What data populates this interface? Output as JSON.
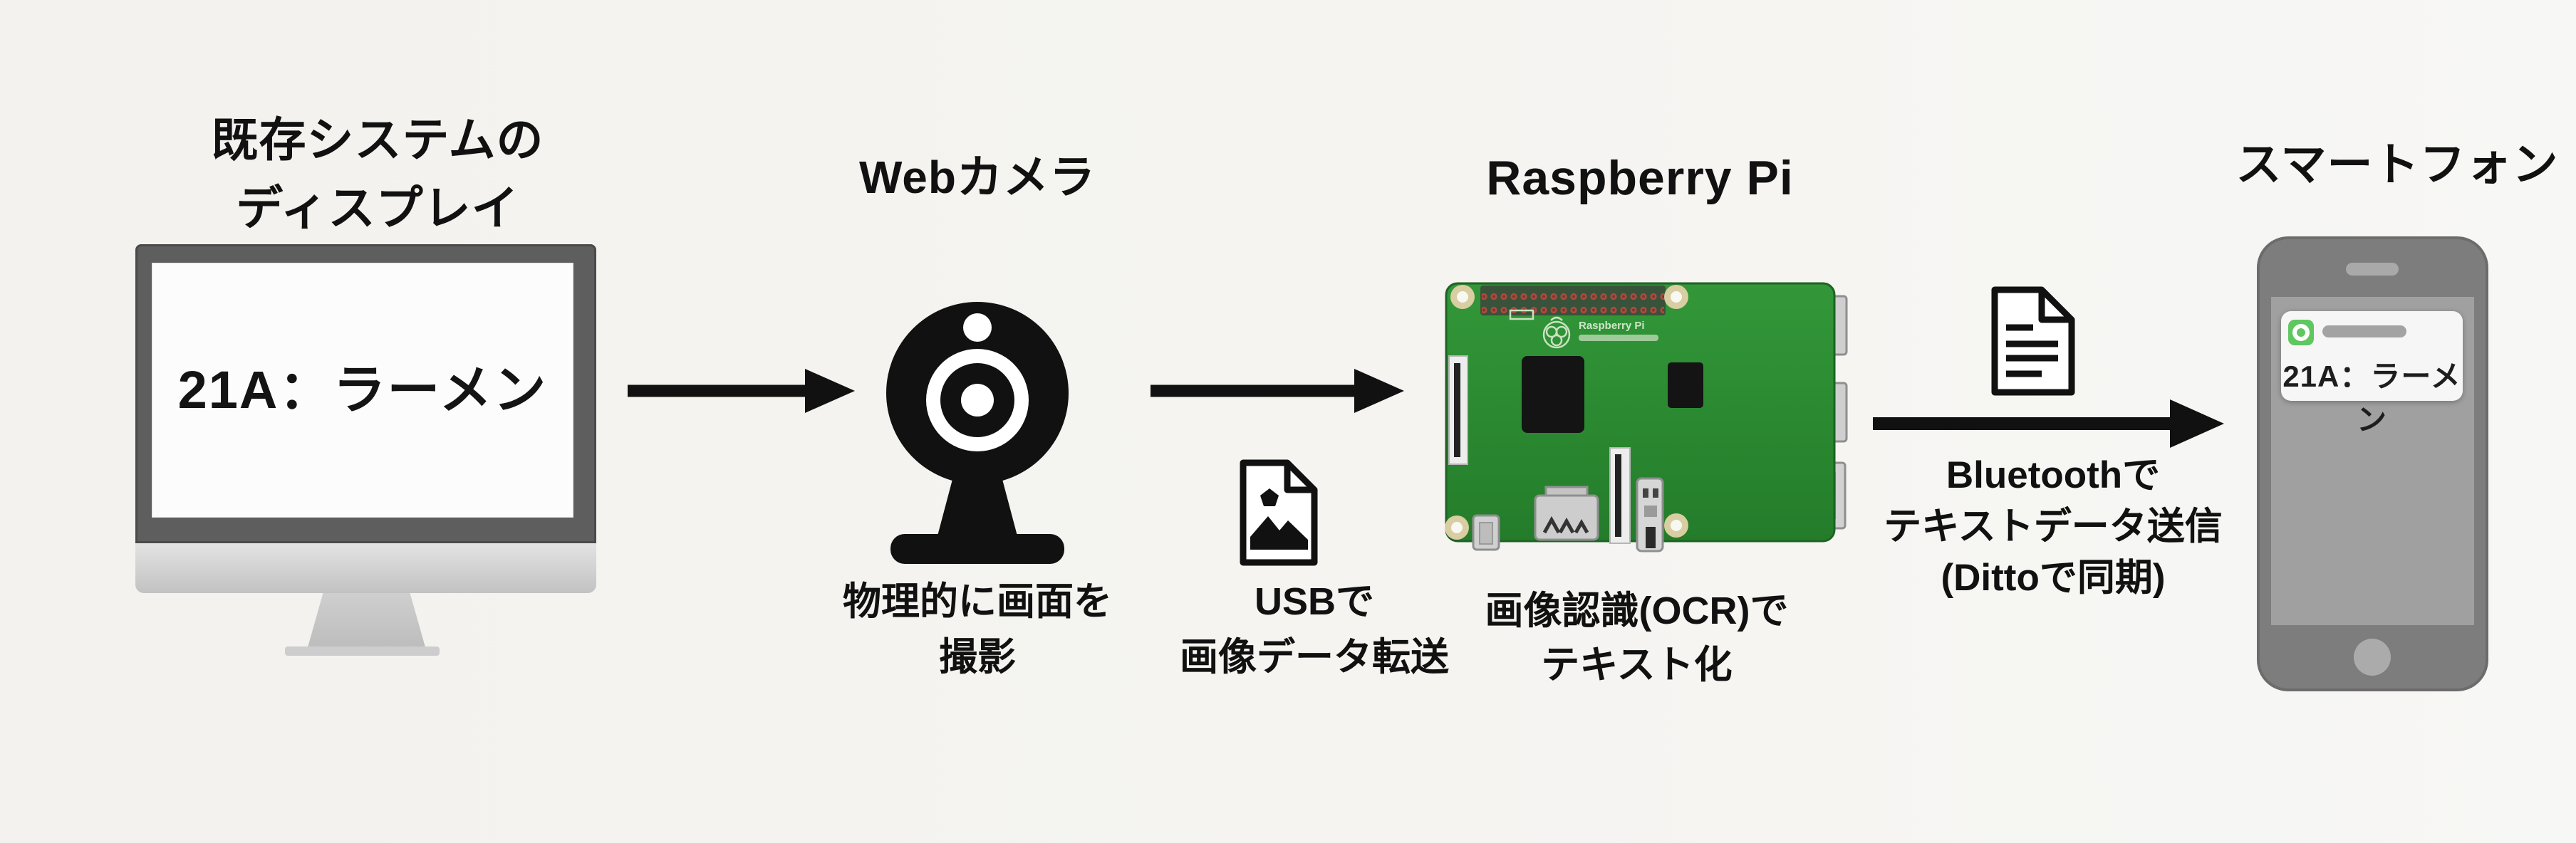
{
  "colors": {
    "background": "#f5f4f1",
    "ink": "#111111",
    "pcb_green": "#2e8c33",
    "notification_green": "#5fc75f"
  },
  "existing_system": {
    "title_line1": "既存システムの",
    "title_line2": "ディスプレイ",
    "screen_text": "21A：ラーメン"
  },
  "webcam": {
    "title": "Webカメラ",
    "caption_line1": "物理的に画面を",
    "caption_line2": "撮影"
  },
  "usb_transfer": {
    "caption_line1": "USBで",
    "caption_line2": "画像データ転送"
  },
  "raspberry_pi": {
    "title": "Raspberry Pi",
    "board_silkscreen": "Raspberry Pi",
    "caption_line1": "画像認識(OCR)で",
    "caption_line2": "テキスト化"
  },
  "bluetooth_transfer": {
    "caption_line1": "Bluetoothで",
    "caption_line2": "テキストデータ送信",
    "caption_line3": "(Dittoで同期)"
  },
  "smartphone": {
    "title": "スマートフォン",
    "notification_text": "21A：ラーメン"
  }
}
